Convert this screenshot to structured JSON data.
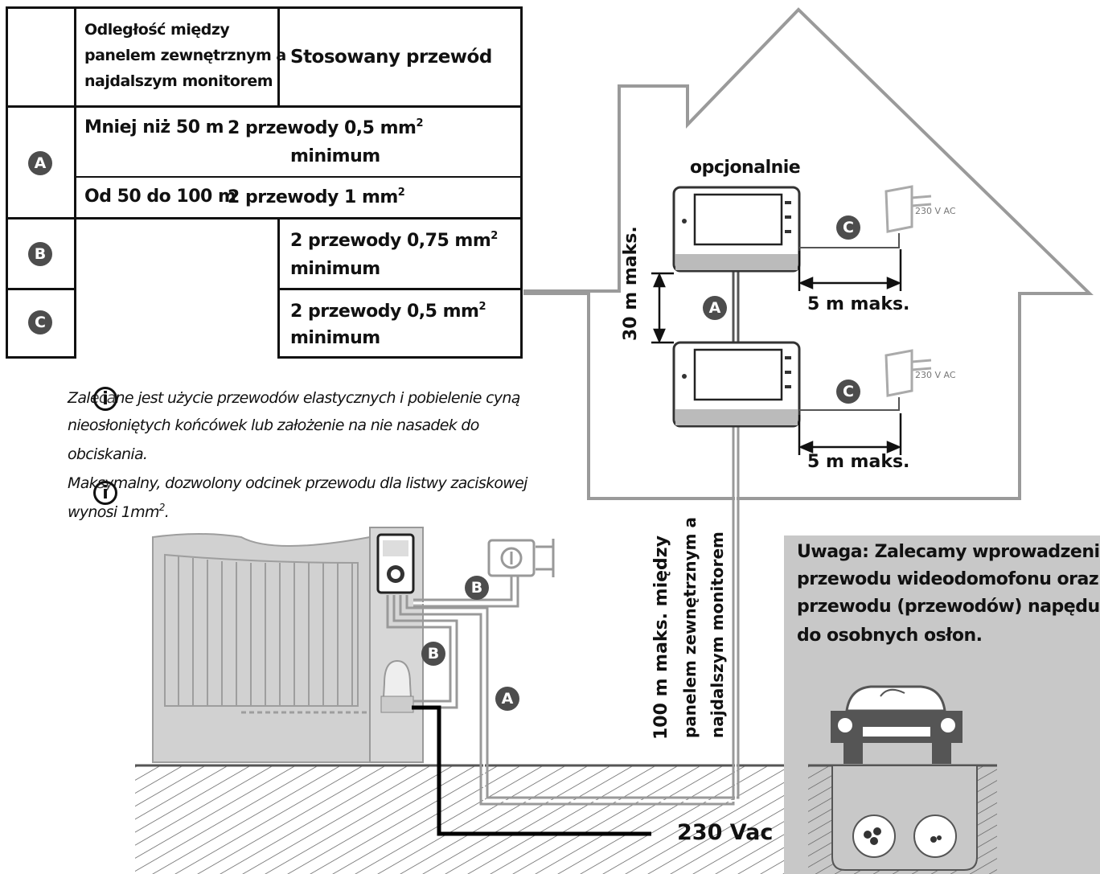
{
  "table": {
    "header": {
      "distance": [
        "Odległość między",
        "panelem zewnętrznym a",
        "najdalszym monitorem"
      ],
      "wire": "Stosowany przewód"
    },
    "rows": [
      {
        "badge": "A",
        "distance": "Mniej niż 50 m",
        "wire_line1": "2 przewody 0,5 mm",
        "sup": "2",
        "wire_line2": "minimum"
      },
      {
        "badge": "A",
        "distance": "Od 50 do 100 m",
        "wire_line1": "2 przewody 1 mm",
        "sup": "2",
        "wire_line2": ""
      },
      {
        "badge": "B",
        "distance": "",
        "wire_line1": "2 przewody 0,75 mm",
        "sup": "2",
        "wire_line2": "minimum"
      },
      {
        "badge": "C",
        "distance": "",
        "wire_line1": "2 przewody 0,5 mm",
        "sup": "2",
        "wire_line2": "minimum"
      }
    ]
  },
  "notes": {
    "note1": [
      "Zalecane jest użycie przewodów elastycznych i pobielenie cyną",
      "nieosłoniętych końcówek lub założenie na nie nasadek do",
      "obciskania."
    ],
    "note2": [
      " Maksymalny, dozwolony odcinek przewodu dla listwy zaciskowej",
      "wynosi 1mm"
    ],
    "note2_sup": "2",
    "note2_end": ".",
    "info_icon_glyph": "i"
  },
  "house": {
    "optional": "opcjonalnie",
    "monitor_spacing": "30 m maks.",
    "adapter_distance": "5 m maks.",
    "adapter_label": "230 V AC",
    "link_badge_a": "A",
    "link_badge_c": "C"
  },
  "outdoor": {
    "badge_b": "B",
    "badge_a": "A",
    "max_run": [
      "100 m maks. między",
      "panelem zewnętrznym a",
      "najdalszym monitorem"
    ],
    "mains": "230 Vac"
  },
  "caution": {
    "lines": [
      "Uwaga: Zalecamy wprowadzenie",
      "przewodu wideodomofonu oraz",
      "przewodu (przewodów) napędu",
      "do osobnych osłon."
    ]
  },
  "colors": {
    "badge": "#4d4d4d",
    "caution_bg": "#c8c8c8",
    "house_outline": "#9a9a9a",
    "gate": "#cfcfcf"
  }
}
